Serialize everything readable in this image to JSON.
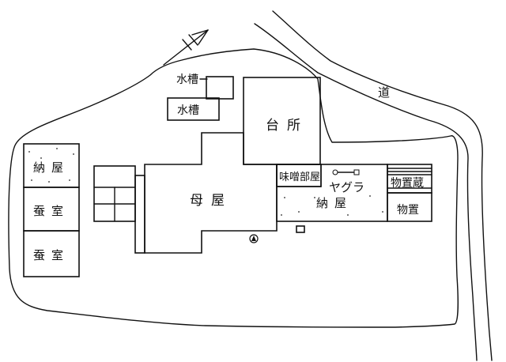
{
  "labels": {
    "water_tank_upper": "水槽",
    "water_tank_lower": "水槽",
    "kitchen": "台所",
    "main_house": "母屋",
    "miso_room": "味噌部屋",
    "yagura": "ヤグラ",
    "barn_east": "納屋",
    "storage_kura": "物置蔵",
    "storage": "物置",
    "road": "道",
    "barn_west": "納屋",
    "silkworm_room_1": "蚕室",
    "silkworm_room_2": "蚕室"
  }
}
